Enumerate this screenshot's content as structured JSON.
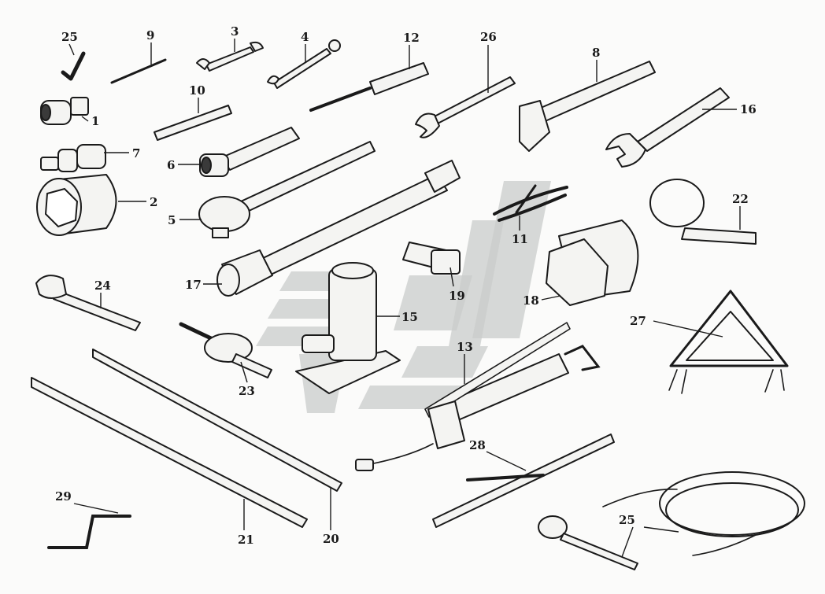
{
  "colors": {
    "ink": "#1a1a1a",
    "watermark": "#c9cccb",
    "background": "#fbfbfa"
  },
  "labels": {
    "p1": "1",
    "p2": "2",
    "p3": "3",
    "p4": "4",
    "p5": "5",
    "p6": "6",
    "p7": "7",
    "p8": "8",
    "p9": "9",
    "p10": "10",
    "p11": "11",
    "p12": "12",
    "p13": "13",
    "p15": "15",
    "p16": "16",
    "p17": "17",
    "p18": "18",
    "p19": "19",
    "p20": "20",
    "p21": "21",
    "p22": "22",
    "p23": "23",
    "p24": "24",
    "p25a": "25",
    "p25b": "25",
    "p26": "26",
    "p27": "27",
    "p28": "28",
    "p29": "29"
  }
}
